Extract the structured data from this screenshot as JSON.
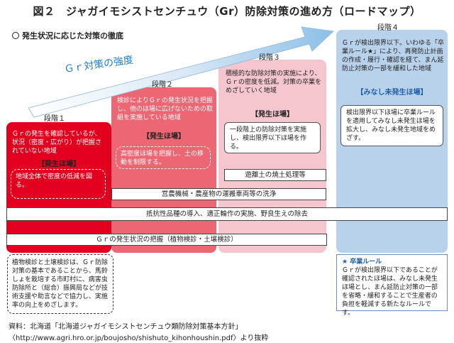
{
  "title": "図２　ジャガイモシストセンチュウ（Gr）防除対策の進め方（ロードマップ）",
  "subtitle": "発生状況に応じた対策の徹底",
  "arrow_label": "Ｇｒ対策の強度",
  "colors": {
    "stage1": "#e3001e",
    "stage2": "#ec6673",
    "stage3": "#f5c6cd",
    "stage4": "#b9d2eb",
    "arrow": "#1f7fc4"
  },
  "stages": [
    {
      "label": "段階１",
      "text": "Ｇｒの発生を確認しているが、状況（密度・広がり）が把握されていない地域",
      "tag": "【発生ほ場】",
      "box": "地域全体で密度の低減を図る。"
    },
    {
      "label": "段階２",
      "text": "検診によりＧｒの発生状況を把握し、他のほ場に広げないための取組を実施している地域",
      "tag": "【発生ほ場】",
      "box": "高密度ほ場を把握し、土の移動を制限する。"
    },
    {
      "label": "段階３",
      "text": "積極的な防除対策の実施により、Ｇｒの密度を低減。対策の卒業をめざしていく地域",
      "tag": "【発生ほ場】",
      "box": "一段階上の防除対策を実施し、検出限界以下ほ場を作る。"
    },
    {
      "label": "段階４",
      "text": "Ｇｒが検出限界以下。いわゆる「卒業ルール★」により、再発防止計画の作成・履行・確認を経て、まん延防止対策の一部を緩和した地域",
      "tag": "【みなし未発生ほ場】",
      "box": "検出限界以下ほ場に卒業ルールを適用してみなし未発生ほ場を拡大し、みなし未発生地域をめざす。"
    }
  ],
  "bars": [
    "遊離土の焼土処理等",
    "営農機械・農産物の運搬車両等の洗浄",
    "抵抗性品種の導入、適正輪作の実施、野良生えの除去",
    "Ｇｒの発生状況の把握（植物検診・土壌検診）"
  ],
  "note_left": "植物検診と土壌検診は、Ｇｒ防除対策の基本であることから、馬鈴しょを栽培する市町村に、病害虫防除所と（総合）振興局などが技術支援や助言などで協力し、実施率の向上をめざします。",
  "note_right": {
    "head": "★ 卒業ルール",
    "body": "Ｇｒが検出限界以下であることが確認されたほ場は、みなし未発生ほ場とし、まん延防止対策の一部を省略・緩和することで生産者の負担を軽減する新たなルールです。"
  },
  "source_line1": "資料：北海道「北海道ジャガイモシストセンチュウ類防除対策基本方針」",
  "source_line2": "〈http://www.agri.hro.or.jp/boujosho/shishuto_kihonhoushin.pdf〉より抜粋"
}
